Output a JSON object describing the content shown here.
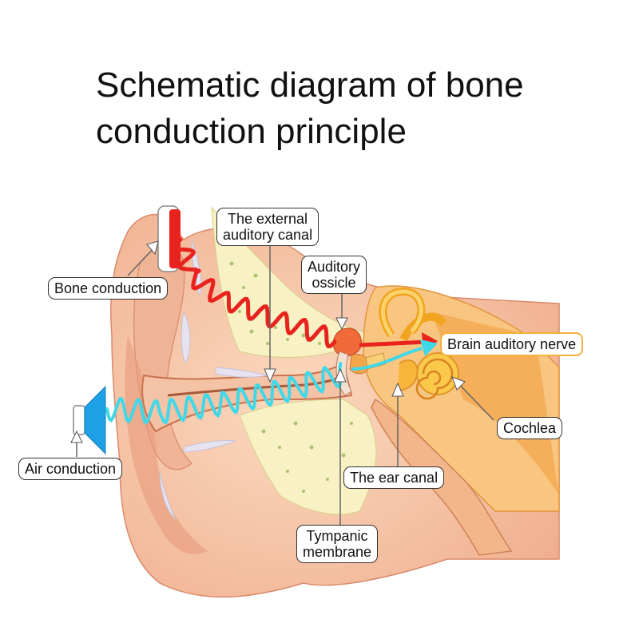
{
  "title": "Schematic diagram of bone conduction principle",
  "labels": {
    "external_canal": [
      "The external",
      "auditory canal"
    ],
    "auditory_ossicle": [
      "Auditory",
      "ossicle"
    ],
    "bone_conduction": "Bone conduction",
    "brain_nerve": "Brain auditory nerve",
    "cochlea": "Cochlea",
    "air_conduction": "Air conduction",
    "ear_canal": "The ear canal",
    "tympanic": [
      "Tympanic",
      "membrane"
    ]
  },
  "colors": {
    "skin": "#f6c9a8",
    "skin_dark": "#e89a7c",
    "bone": "#f7f1c4",
    "inner_ear": "#f8b24a",
    "bone_wave": "#e8231d",
    "air_wave": "#3fd8e8",
    "speaker": "#1ea0e6",
    "nerve_border": "#f3b13a"
  },
  "icons": {
    "bone_device": "bone-conduction-headphone-icon",
    "air_device": "speaker-icon"
  }
}
